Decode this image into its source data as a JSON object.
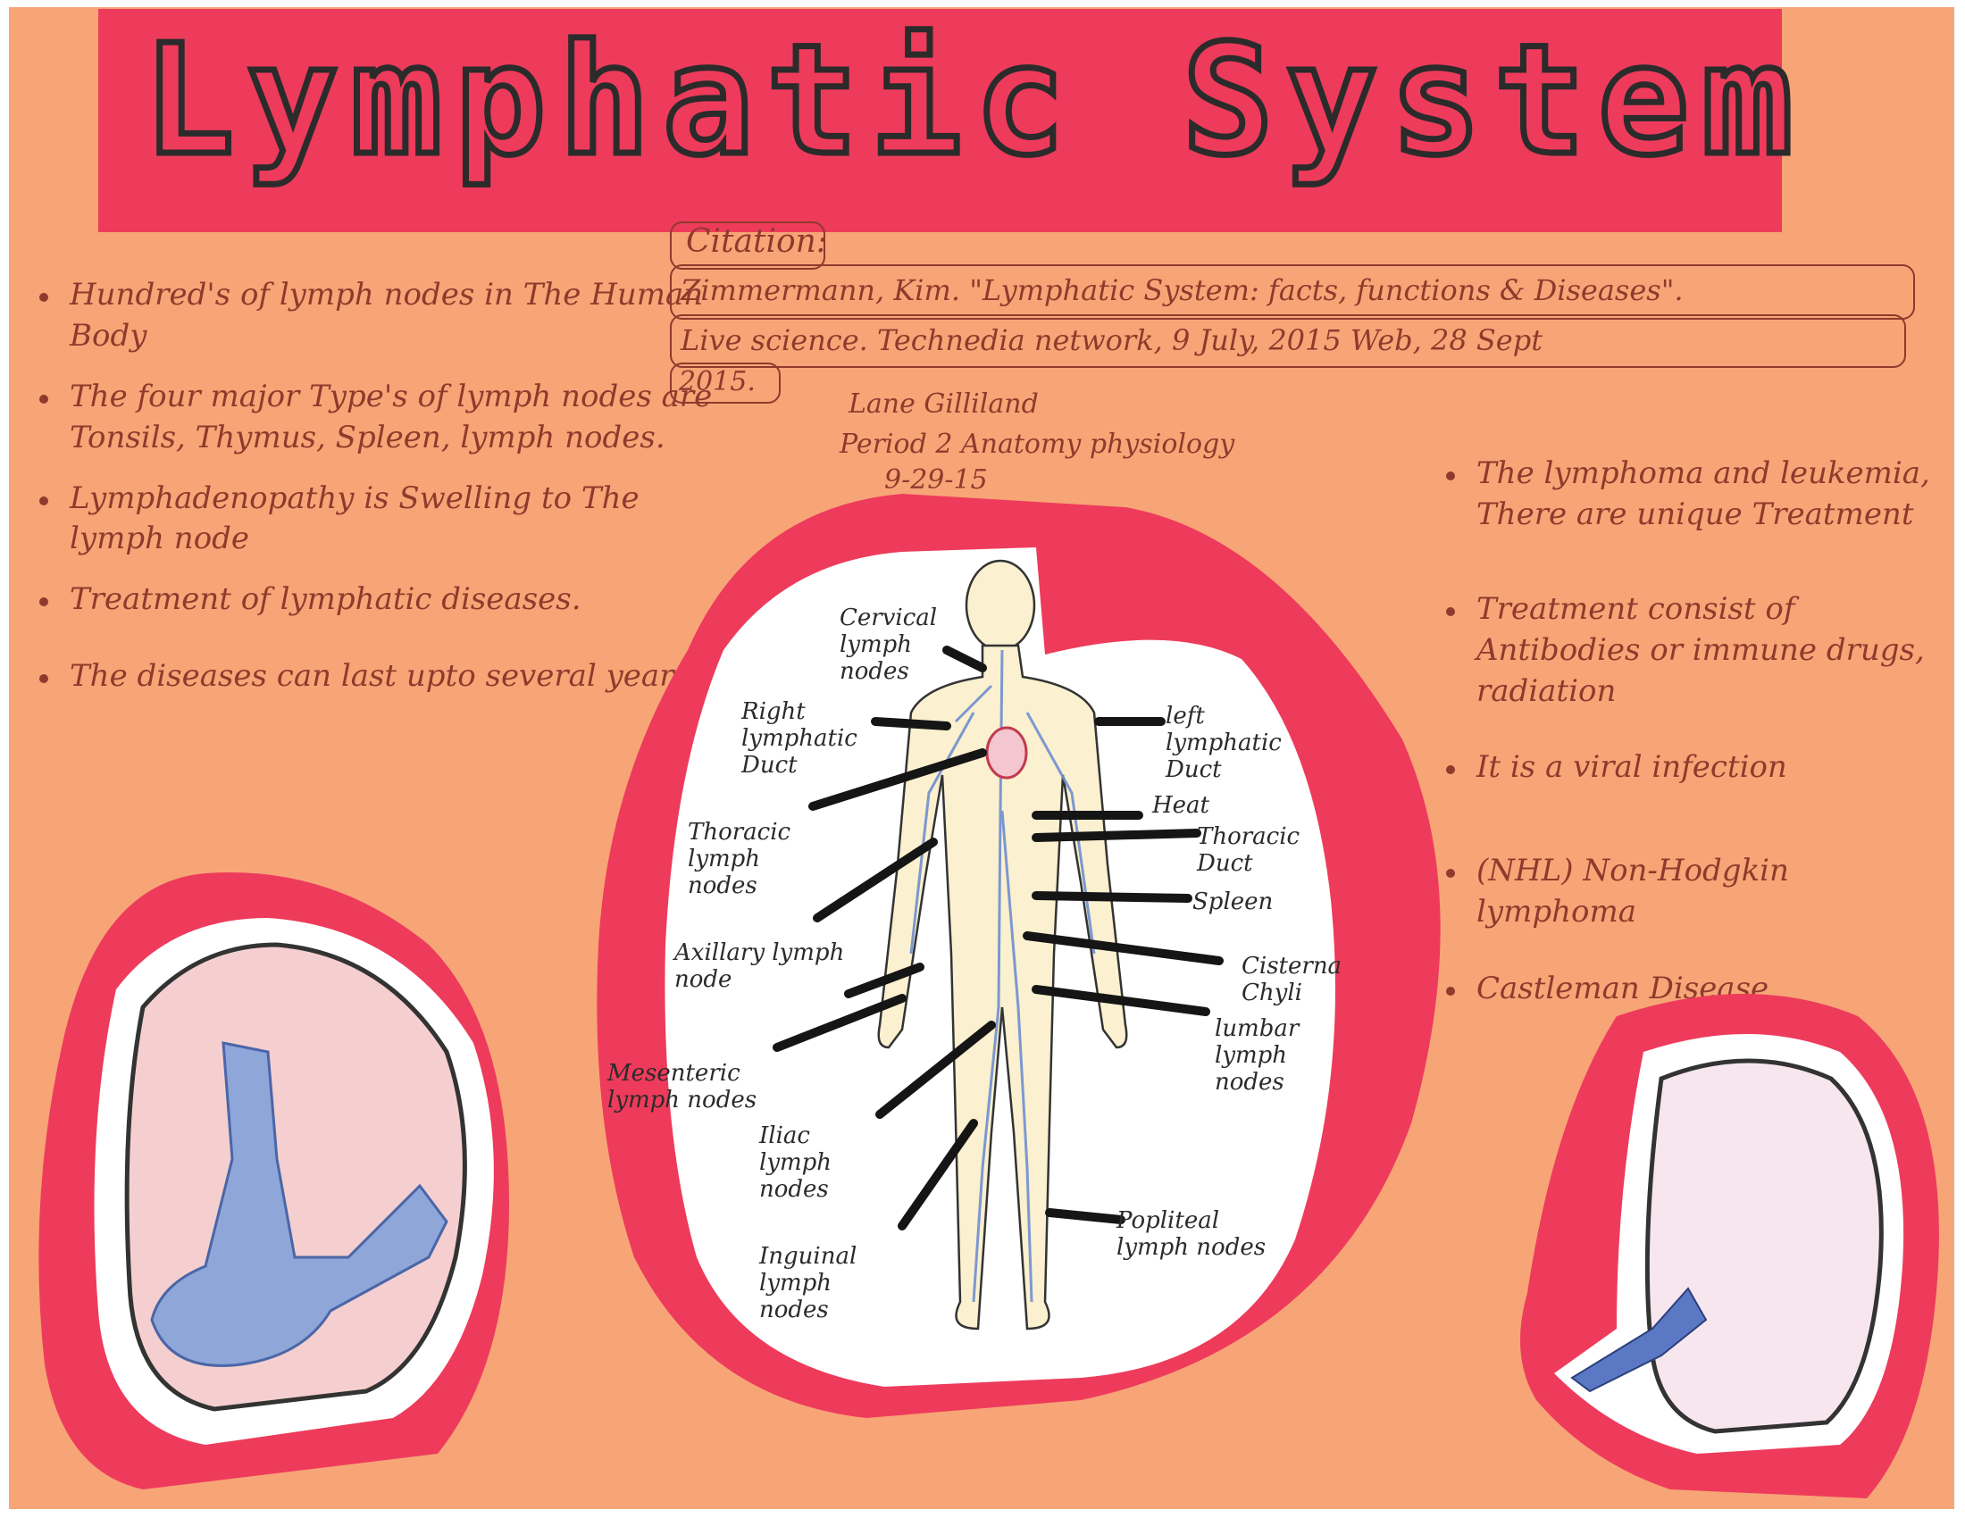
{
  "title": "Lymphatic System",
  "citation": {
    "heading": "Citation:",
    "lines": [
      "Zimmermann, Kim. \"Lymphatic System: facts, functions & Diseases\".",
      "Live science. Technedia network, 9 July, 2015 Web, 28 Sept",
      "2015."
    ]
  },
  "author": {
    "name": "Lane Gilliland",
    "period": "Period 2 Anatomy physiology",
    "date": "9-29-15"
  },
  "left_facts": [
    "Hundred's of lymph nodes in The Human Body",
    "The four major Type's of lymph nodes are Tonsils, Thymus, Spleen, lymph nodes.",
    "Lymphadenopathy is Swelling to The lymph node",
    "Treatment of lymphatic diseases.",
    "The diseases can last upto several years"
  ],
  "right_facts": [
    "The lymphoma and leukemia, There are unique Treatment",
    "Treatment consist of Antibodies or immune drugs, radiation",
    "It is a viral infection",
    "(NHL) Non-Hodgkin lymphoma",
    "Castleman Disease"
  ],
  "diagram_labels": {
    "cervical": "Cervical lymph nodes",
    "right_duct": "Right lymphatic Duct",
    "left_duct": "left lymphatic Duct",
    "heart": "Heat",
    "thoracic_duct": "Thoracic Duct",
    "thoracic_nodes": "Thoracic lymph nodes",
    "spleen": "Spleen",
    "axillary": "Axillary lymph node",
    "cisterna": "Cisterna Chyli",
    "lumbar": "lumbar lymph nodes",
    "mesenteric": "Mesenteric lymph nodes",
    "iliac": "Iliac lymph nodes",
    "popliteal": "Popliteal lymph nodes",
    "inguinal": "Inguinal lymph nodes"
  }
}
